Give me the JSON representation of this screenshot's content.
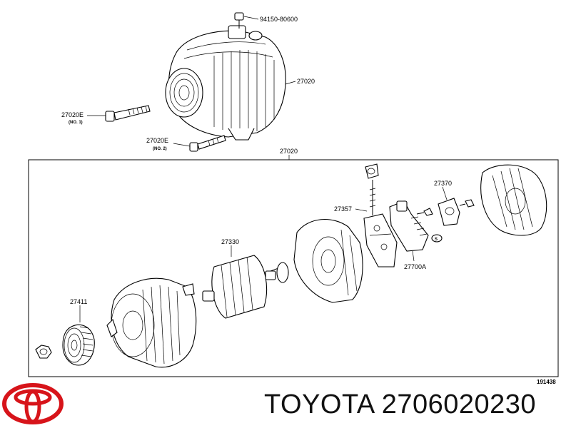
{
  "labels": {
    "bolt_top": "94150-80600",
    "alternator_top": "27020",
    "bolt_no1": "27020E",
    "bolt_no1_sub": "(NO. 1)",
    "bolt_no2": "27020E",
    "bolt_no2_sub": "(NO. 2)",
    "box_title": "27020",
    "brush_holder": "27357",
    "regulator_cover": "27370",
    "rotor": "27330",
    "regulator": "27700A",
    "pulley": "27411",
    "diagram_code": "191438"
  },
  "caption": {
    "brand": "TOYOTA",
    "part_number": "2706020230"
  },
  "colors": {
    "logo_red": "#d7141a",
    "ink": "#000000"
  }
}
